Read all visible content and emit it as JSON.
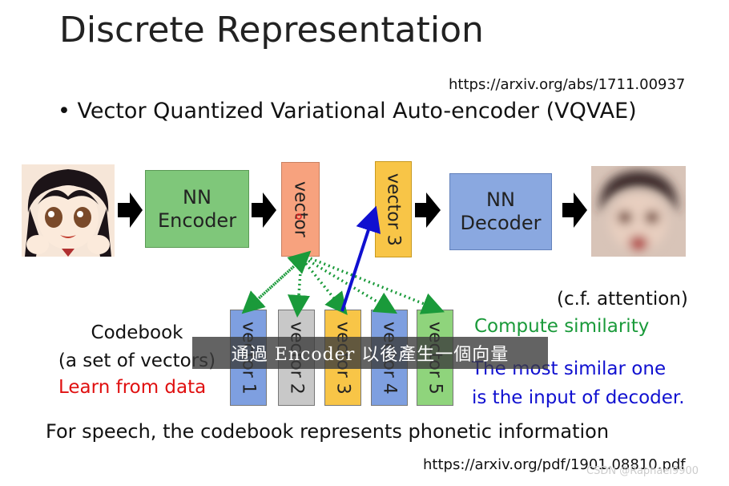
{
  "slide": {
    "title": "Discrete Representation",
    "reference_url_top": "https://arxiv.org/abs/1711.00937",
    "bullet": "• Vector Quantized Variational Auto-encoder (VQVAE)",
    "encoder_label": [
      "NN",
      "Encoder"
    ],
    "decoder_label": [
      "NN",
      "Decoder"
    ],
    "encoder_output_label": "vector",
    "selected_vector_label": "vector 3",
    "note_attention": "(c.f. attention)",
    "codebook_label": [
      "Codebook",
      "(a set of vectors)"
    ],
    "learn_note": "Learn from data",
    "compute_note": "Compute similarity",
    "similar_note": [
      "The most similar one",
      "is the input of decoder."
    ],
    "codebook_vectors": [
      "vector 1",
      "vector 2",
      "vector 3",
      "vector 4",
      "vector 5"
    ],
    "speech_note": "For speech, the codebook represents phonetic information",
    "reference_url_bottom": "https://arxiv.org/pdf/1901.08810.pdf"
  },
  "overlay": {
    "caption": "通過 Encoder 以後產生一個向量",
    "watermark": "CSDN @Raphael9900"
  },
  "colors": {
    "encoder": "#7fc77a",
    "decoder": "#8aa8e0",
    "encoder_vector": "#f7a27e",
    "selected_vector": "#f8c547",
    "similarity_arrows": "#1a9a3a",
    "selection_arrow": "#1010d0",
    "learn_note": "#e01010"
  }
}
